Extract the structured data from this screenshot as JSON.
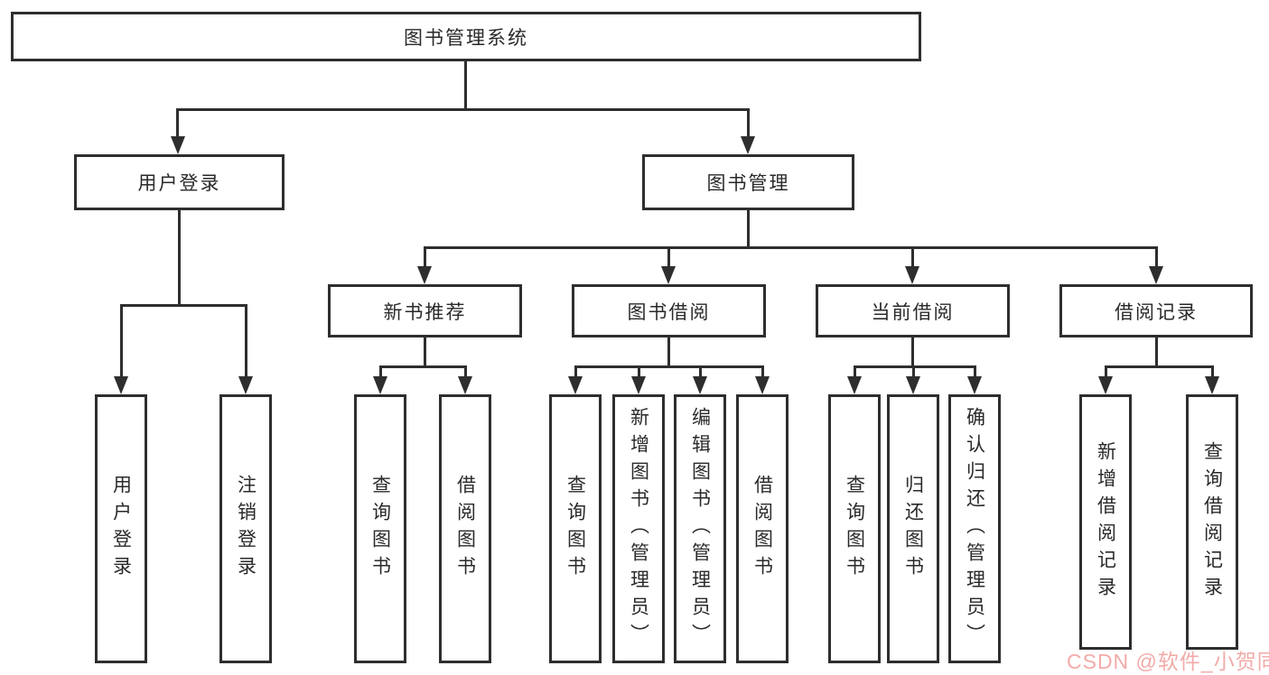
{
  "title": "图书管理系统",
  "level2": {
    "user_login": "用户登录",
    "book_management": "图书管理"
  },
  "level3": {
    "new_book_recommend": "新书推荐",
    "book_borrow": "图书借阅",
    "current_borrow": "当前借阅",
    "borrow_records": "借阅记录"
  },
  "leaves": {
    "user_login": [
      "用户登录",
      "注销登录"
    ],
    "new_book_recommend": [
      "查询图书",
      "借阅图书"
    ],
    "book_borrow": [
      "查询图书",
      "新增图书（管理员）",
      "编辑图书（管理员）",
      "借阅图书"
    ],
    "current_borrow": [
      "查询图书",
      "归还图书",
      "确认归还（管理员）"
    ],
    "borrow_records": [
      "新增借阅记录",
      "查询借阅记录"
    ]
  },
  "watermark": "CSDN @软件_小贺同学",
  "colors": {
    "line": "#2e2e2e",
    "text": "#2a2a2a",
    "watermark": "#f2aba8"
  }
}
